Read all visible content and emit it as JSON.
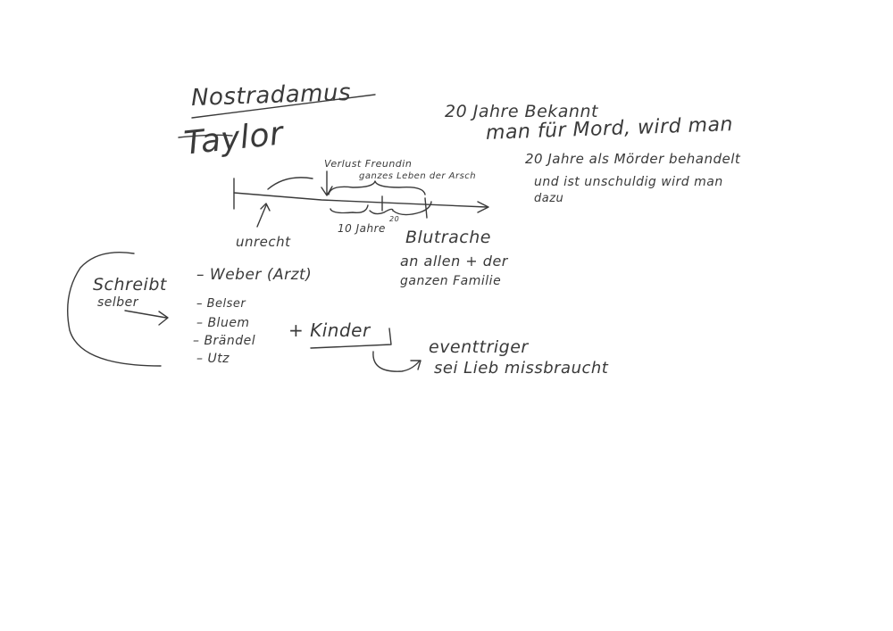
{
  "notes": {
    "title_nostradamus": "Nostradamus",
    "title_taylor": "Taylor",
    "right_line1": "20 Jahre Bekannt",
    "right_line2": "man für Mord, wird man",
    "right_line3": "20 Jahre als Mörder behandelt",
    "right_line4": "und ist unschuldig wird man",
    "right_line5": "dazu",
    "timeline_top1": "Verlust Freundin",
    "timeline_top2": "ganzes Leben der Arsch",
    "timeline_unrecht": "unrecht",
    "timeline_10jahre": "10 Jahre",
    "timeline_small": "20",
    "blutrache": "Blutrache",
    "blutrache_line1": "an allen + der",
    "blutrache_line2": "ganzen Familie",
    "schreibt": "Schreibt",
    "selber": "selber",
    "list": [
      "– Weber (Arzt)",
      "– Belser",
      "– Bluem",
      "– Brändel",
      "– Utz"
    ],
    "plus_kinder": "+ Kinder",
    "eventually_line1": "eventtriger",
    "eventually_line2": "sei Lieb missbraucht"
  },
  "colors": {
    "ink": "#3a3a3a",
    "background": "#ffffff"
  }
}
